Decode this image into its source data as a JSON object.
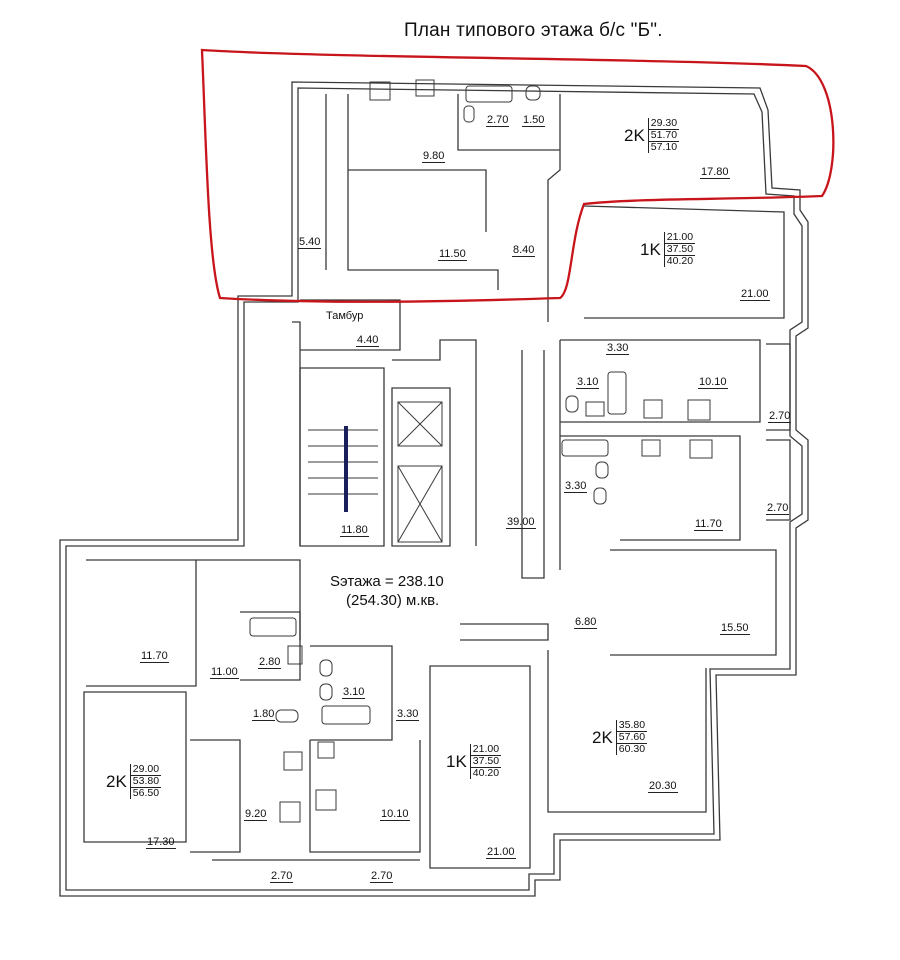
{
  "title": "План типового этажа б/с \"Б\".",
  "total": {
    "line1": "Sэтажа = 238.10",
    "line2": "(254.30) м.кв."
  },
  "labels": {
    "tambur": "Тамбур"
  },
  "apartments": [
    {
      "type": "2K",
      "areas": [
        "29.30",
        "51.70",
        "57.10"
      ]
    },
    {
      "type": "1K",
      "areas": [
        "21.00",
        "37.50",
        "40.20"
      ]
    },
    {
      "type": "2K",
      "areas": [
        "35.80",
        "57.60",
        "60.30"
      ]
    },
    {
      "type": "1K",
      "areas": [
        "21.00",
        "37.50",
        "40.20"
      ]
    },
    {
      "type": "2K",
      "areas": [
        "29.00",
        "53.80",
        "56.50"
      ]
    }
  ],
  "rooms": [
    "2.70",
    "1.50",
    "9.80",
    "17.80",
    "5.40",
    "11.50",
    "8.40",
    "21.00",
    "4.40",
    "3.30",
    "3.10",
    "10.10",
    "2.70",
    "3.30",
    "2.70",
    "11.70",
    "11.80",
    "39.00",
    "15.50",
    "6.80",
    "11.70",
    "11.00",
    "2.80",
    "3.10",
    "3.30",
    "1.80",
    "9.20",
    "10.10",
    "17.30",
    "2.70",
    "2.70",
    "21.00",
    "20.30"
  ],
  "colors": {
    "walls": "#3a3a3a",
    "highlight": "#c8151b"
  }
}
